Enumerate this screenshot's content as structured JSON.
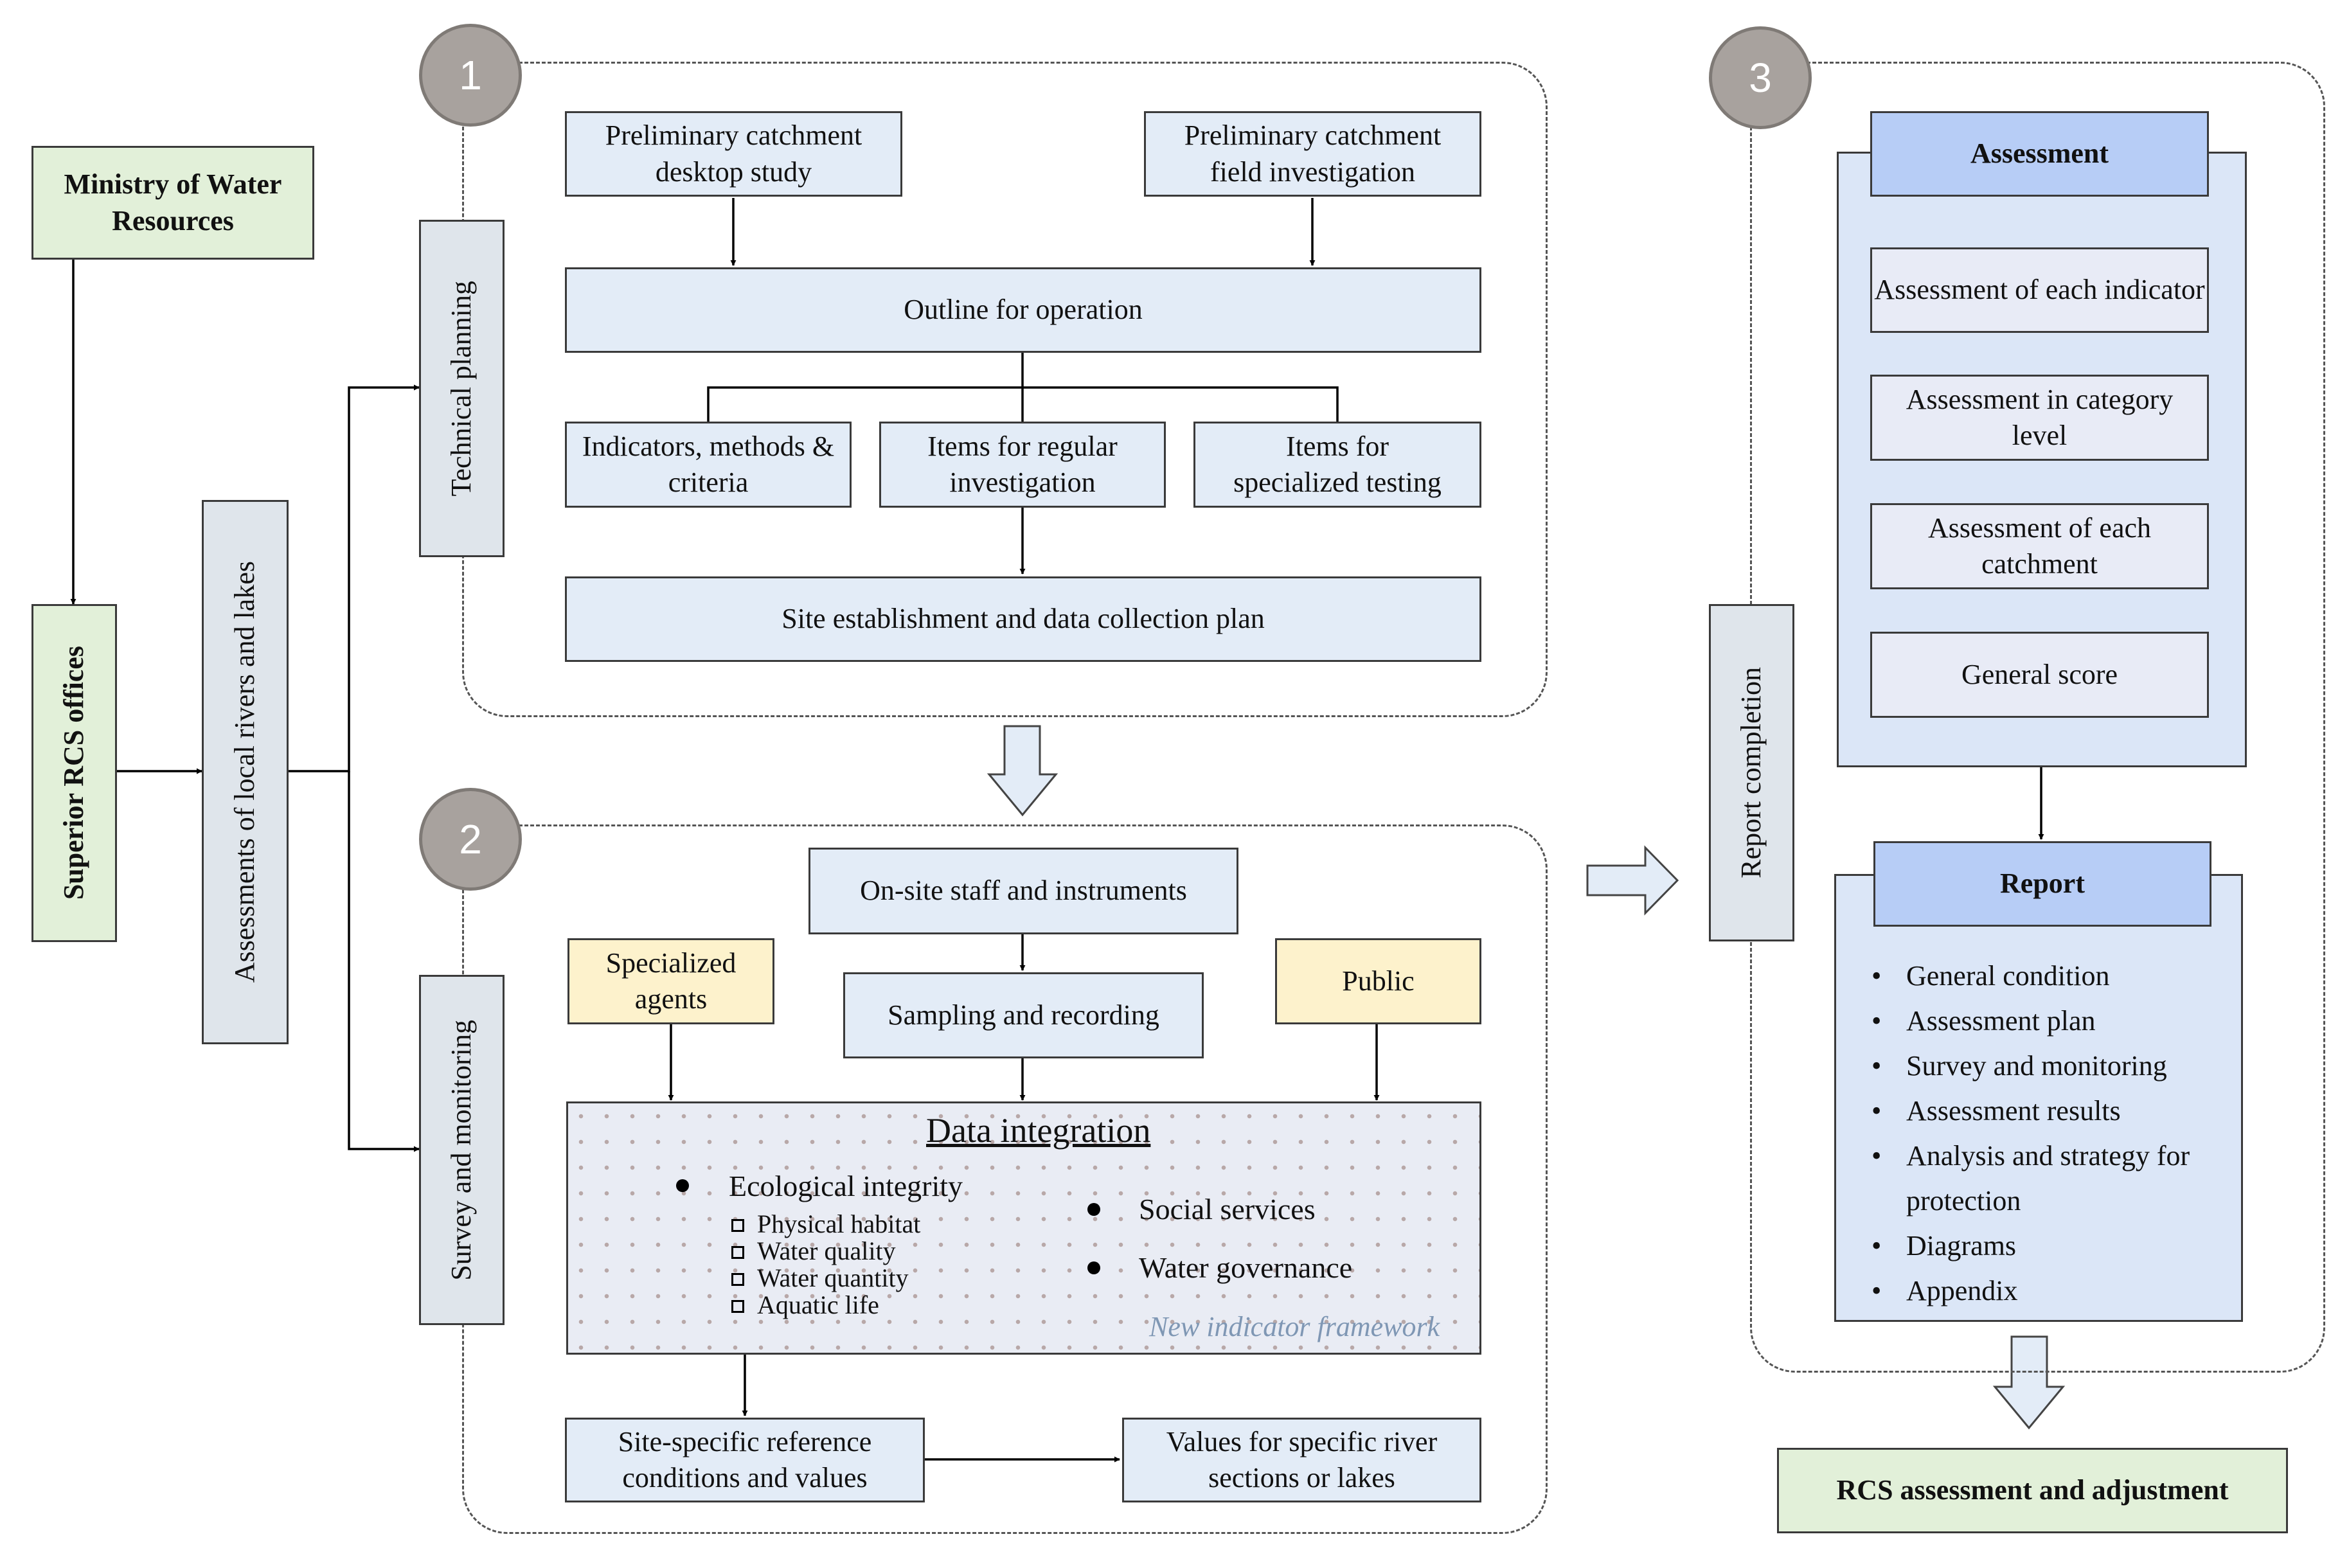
{
  "ministry": "Ministry of Water Resources",
  "superior": "Superior RCS offices",
  "assessments_local": "Assessments of local rivers and lakes",
  "technical_planning": "Technical planning",
  "survey_monitoring": "Survey and monitoring",
  "report_completion": "Report completion",
  "panel1": {
    "number": "1",
    "desktop_study": "Preliminary catchment desktop study",
    "field_investigation": "Preliminary catchment field investigation",
    "outline": "Outline for operation",
    "indicators": "Indicators, methods & criteria",
    "regular_items": "Items for regular investigation",
    "specialized_items": "Items for specialized testing",
    "site_plan": "Site establishment and data collection plan"
  },
  "panel2": {
    "number": "2",
    "staff": "On-site staff and instruments",
    "specialized_agents": "Specialized agents",
    "sampling": "Sampling and recording",
    "public": "Public",
    "integration_title": "Data integration",
    "ecological": "Ecological integrity",
    "sub_items": [
      "Physical habitat",
      "Water quality",
      "Water quantity",
      "Aquatic life"
    ],
    "social": "Social services",
    "governance": "Water governance",
    "framework": "New indicator framework",
    "reference": "Site-specific reference conditions and values",
    "values": "Values for specific river sections or lakes"
  },
  "panel3": {
    "number": "3",
    "assessment_header": "Assessment",
    "steps": [
      "Assessment of each indicator",
      "Assessment in category level",
      "Assessment of each catchment",
      "General score"
    ],
    "report_header": "Report",
    "report_items": [
      "General condition",
      "Assessment plan",
      "Survey and monitoring",
      "Assessment results",
      "Analysis and strategy for protection",
      "Diagrams",
      "Appendix"
    ]
  },
  "final": "RCS assessment and adjustment",
  "colors": {
    "box_blue": "#e3ecf7",
    "box_green": "#e2f0d9",
    "box_yellow": "#fdf2cc",
    "header_blue": "#b7cdf6",
    "circle_gray": "#a8a29e"
  }
}
